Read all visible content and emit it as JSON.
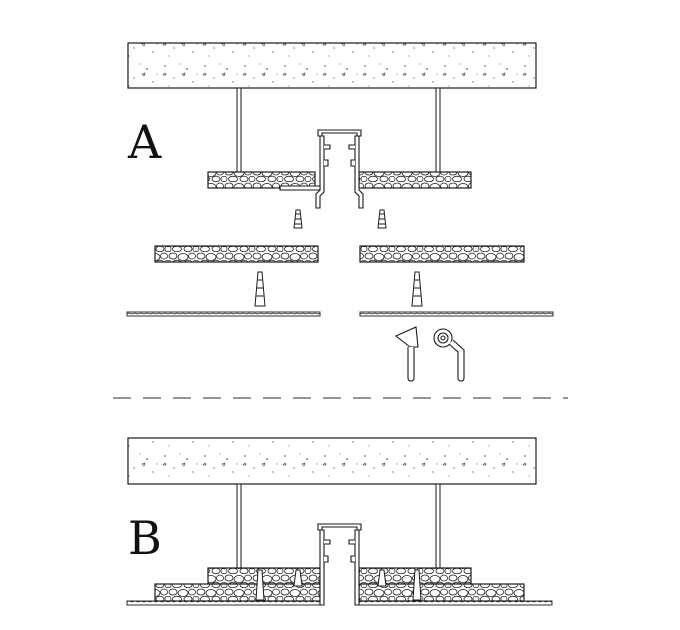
{
  "panels": [
    {
      "id": "A",
      "label": "A"
    },
    {
      "id": "B",
      "label": "B"
    }
  ],
  "colors": {
    "line": "#1a1a1a",
    "fill": "#ffffff",
    "dash": "#555555"
  },
  "icons": [
    "concrete-slab",
    "gypsum-board",
    "hanger-rod",
    "aluminum-profile",
    "screw-anchor",
    "putty-knife-icon",
    "sealant-roll-icon"
  ]
}
